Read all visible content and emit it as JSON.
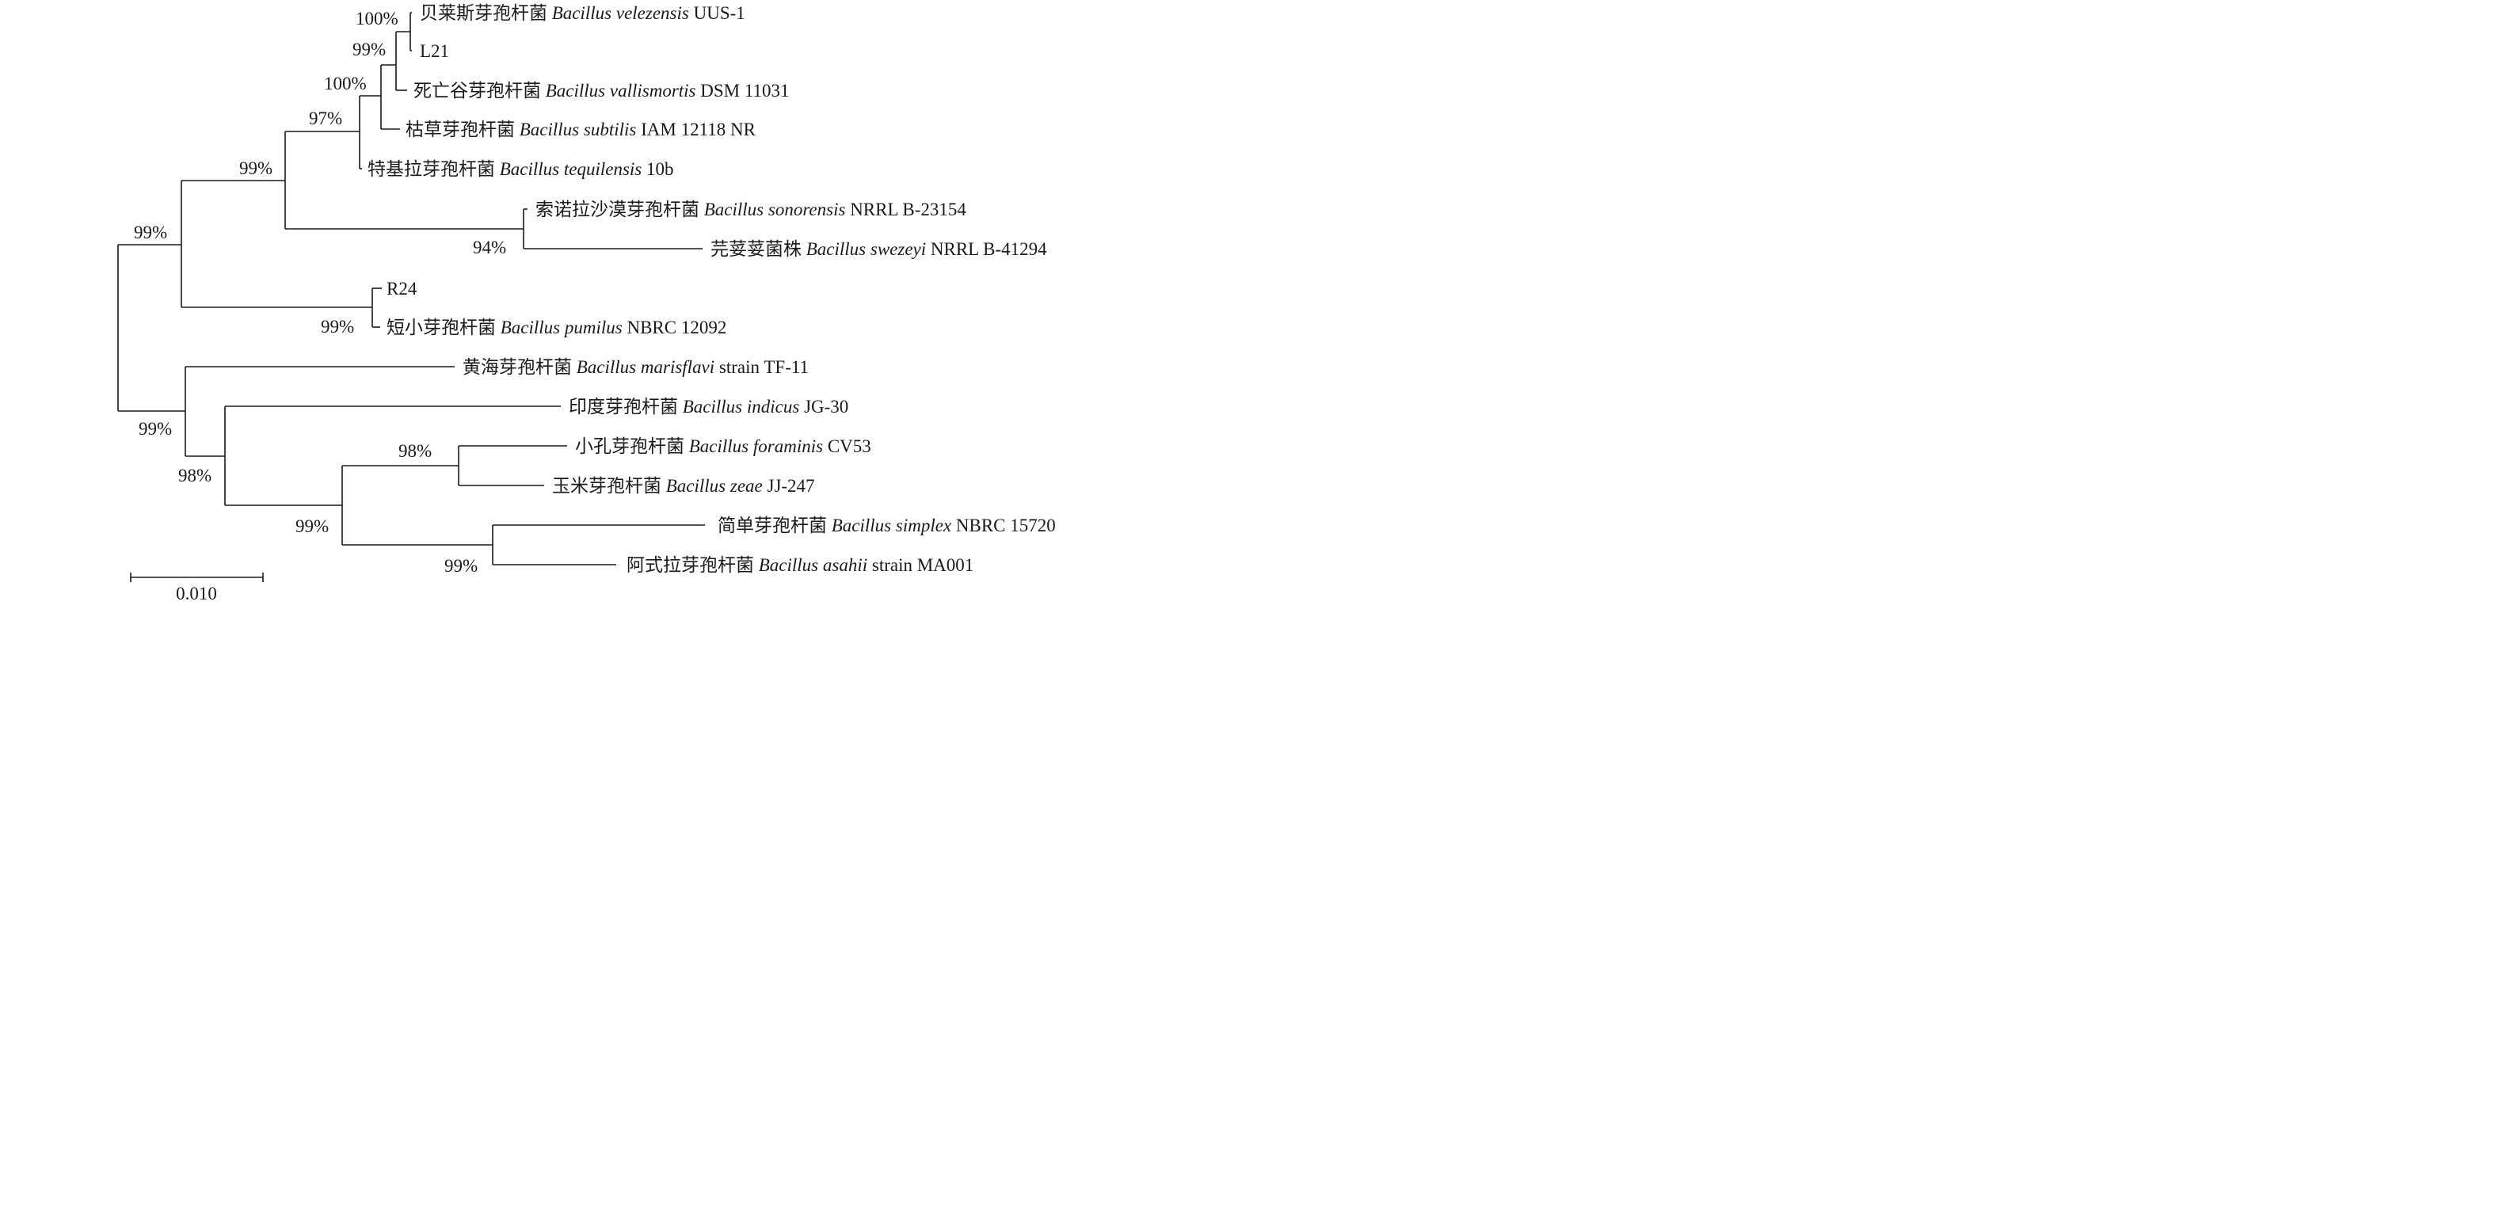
{
  "leaves": {
    "uus1": {
      "cn": "贝莱斯芽孢杆菌",
      "species": "Bacillus velezensis",
      "strain": "UUS-1"
    },
    "l21": {
      "cn": "",
      "species": "",
      "strain": "L21"
    },
    "vallismortis": {
      "cn": "死亡谷芽孢杆菌",
      "species": "Bacillus vallismortis",
      "strain": "DSM 11031"
    },
    "subtilis": {
      "cn": "枯草芽孢杆菌",
      "species": "Bacillus subtilis",
      "strain": "IAM 12118 NR"
    },
    "tequilensis": {
      "cn": "特基拉芽孢杆菌",
      "species": "Bacillus tequilensis",
      "strain": "10b"
    },
    "sonorensis": {
      "cn": "索诺拉沙漠芽孢杆菌",
      "species": "Bacillus sonorensis",
      "strain": "NRRL B-23154"
    },
    "swezeyi": {
      "cn": "芫荽荽菌株",
      "species": "Bacillus swezeyi",
      "strain": "NRRL B-41294"
    },
    "r24": {
      "cn": "",
      "species": "",
      "strain": "R24"
    },
    "pumilus": {
      "cn": "短小芽孢杆菌",
      "species": "Bacillus pumilus",
      "strain": "NBRC 12092"
    },
    "marisflavi": {
      "cn": "黄海芽孢杆菌",
      "species": "Bacillus marisflavi",
      "strain": "strain TF-11"
    },
    "indicus": {
      "cn": "印度芽孢杆菌",
      "species": "Bacillus indicus",
      "strain": "JG-30"
    },
    "foraminis": {
      "cn": "小孔芽孢杆菌",
      "species": "Bacillus foraminis",
      "strain": "CV53"
    },
    "zeae": {
      "cn": "玉米芽孢杆菌",
      "species": "Bacillus zeae",
      "strain": "JJ-247"
    },
    "simplex": {
      "cn": "简单芽孢杆菌",
      "species": "Bacillus simplex",
      "strain": "NBRC 15720"
    },
    "asahii": {
      "cn": "阿式拉芽孢杆菌",
      "species": "Bacillus asahii",
      "strain": "strain MA001"
    }
  },
  "bootstrap": {
    "n_uus1_l21": "100%",
    "n_l21_vallis": "99%",
    "n_subtilis": "100%",
    "n_tequilensis": "97%",
    "n_subtilis_group": "99%",
    "n_sonorensis": "94%",
    "n_upper": "99%",
    "n_pumilus": "99%",
    "n_root": "99%",
    "n_lower": "98%",
    "n_foraminis": "98%",
    "n_simplex_group": "99%",
    "n_simplex": "99%"
  },
  "scale_bar": {
    "label": "0.010"
  }
}
